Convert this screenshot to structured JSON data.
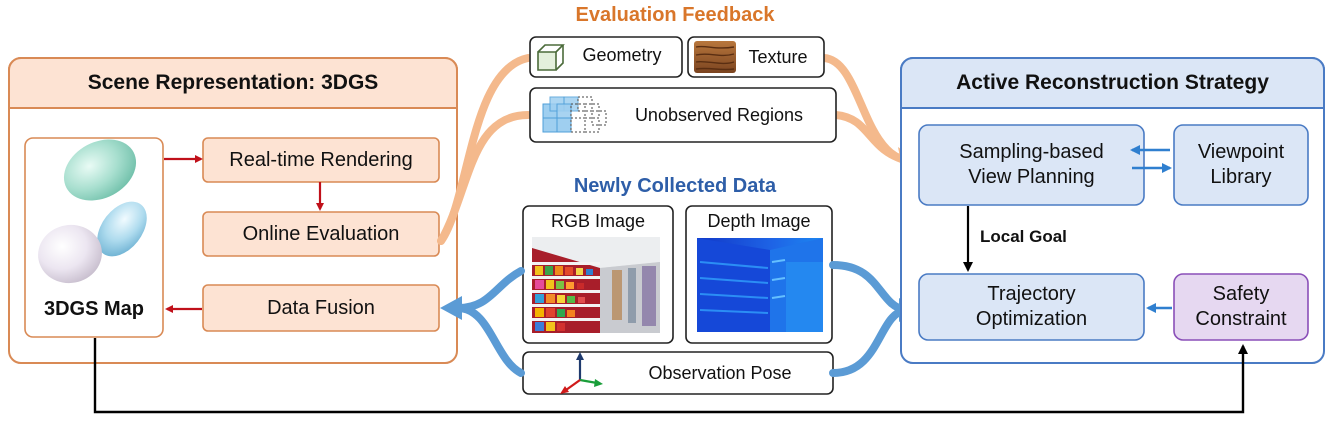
{
  "header": {
    "evaluation_feedback": "Evaluation Feedback",
    "newly_collected_data": "Newly Collected Data"
  },
  "scene": {
    "title": "Scene Representation: 3DGS",
    "map_label": "3DGS Map",
    "realtime_rendering": "Real-time Rendering",
    "online_evaluation": "Online Evaluation",
    "data_fusion": "Data Fusion"
  },
  "feedback": {
    "geometry": "Geometry",
    "texture": "Texture",
    "unobserved": "Unobserved Regions"
  },
  "collected": {
    "rgb": "RGB Image",
    "depth": "Depth Image",
    "pose": "Observation Pose"
  },
  "strategy": {
    "title": "Active Reconstruction Strategy",
    "sampling_line1": "Sampling-based",
    "sampling_line2": "View Planning",
    "viewpoint_line1": "Viewpoint",
    "viewpoint_line2": "Library",
    "local_goal": "Local Goal",
    "traj_line1": "Trajectory",
    "traj_line2": "Optimization",
    "safety_line1": "Safety",
    "safety_line2": "Constraint"
  },
  "colors": {
    "orange_border": "#d98a55",
    "orange_fill": "#fde3d3",
    "orange_arrow": "#f4b98c",
    "blue_border": "#4a7bc4",
    "blue_fill": "#dbe6f6",
    "blue_arrow": "#5b9bd5",
    "purple_border": "#8a4fb8",
    "purple_fill": "#e6d8f1",
    "red_arrow": "#c0101a",
    "feedback_title": "#d9762a",
    "collected_title": "#2e5ea8"
  }
}
